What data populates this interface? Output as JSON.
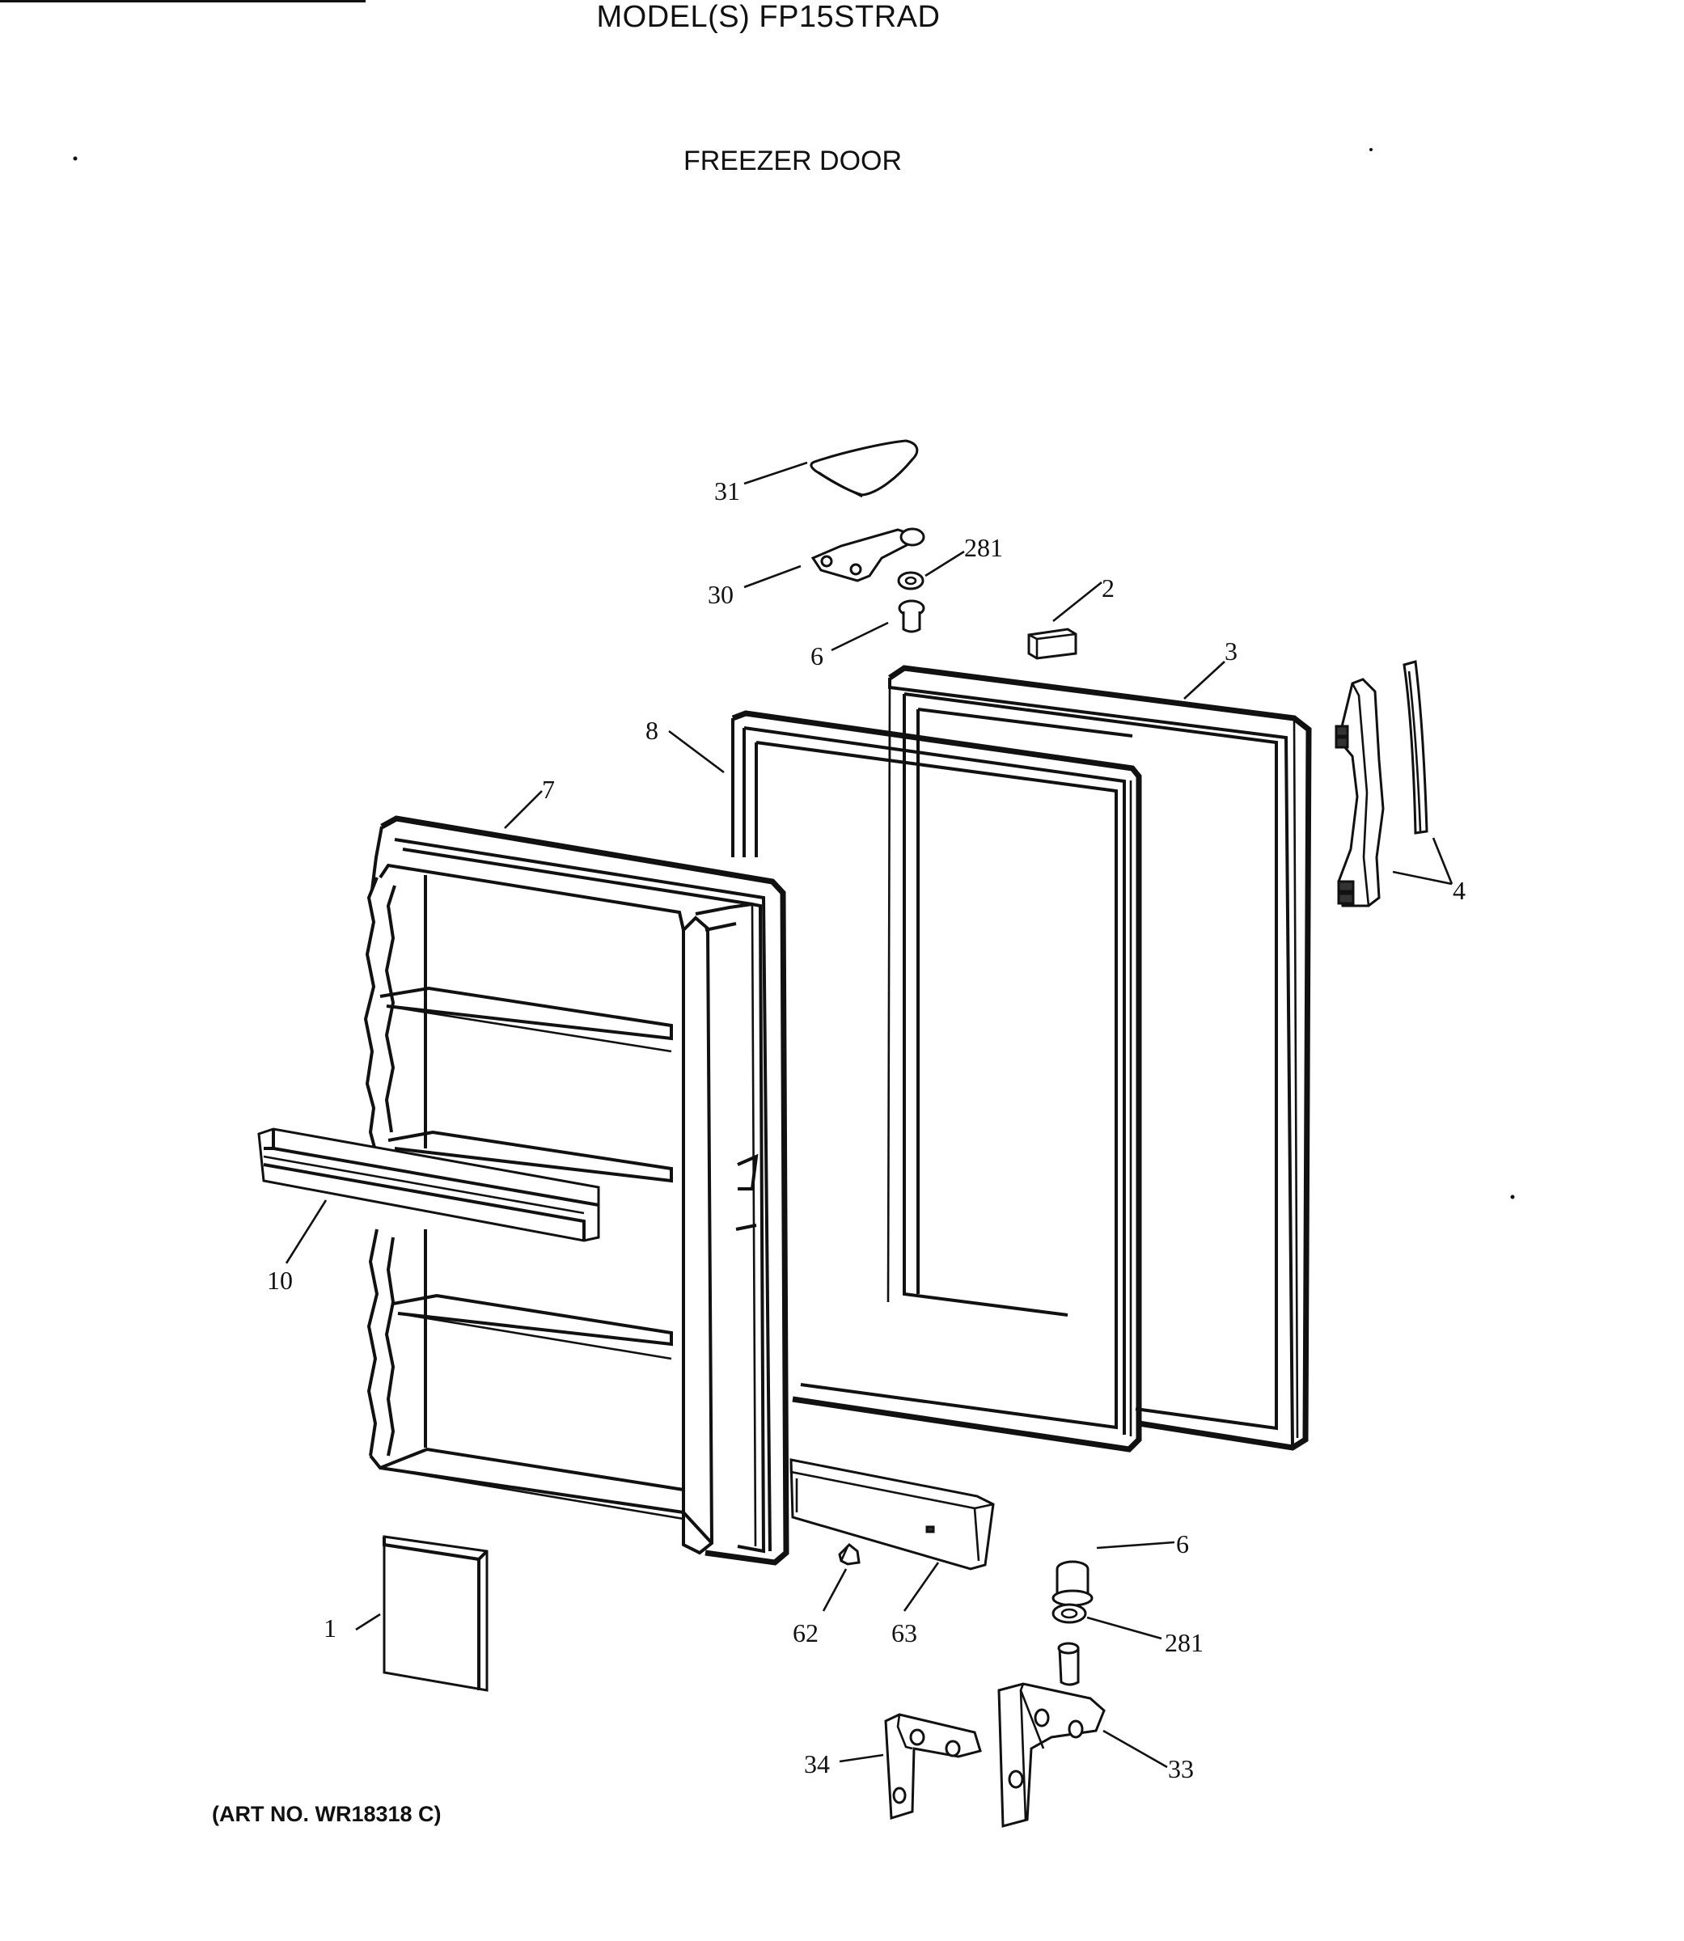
{
  "header": {
    "model_title": "MODEL(S) FP15STRAD",
    "section_title": "FREEZER DOOR"
  },
  "footer": {
    "art_number": "(ART NO. WR18318 C)"
  },
  "parts": [
    {
      "id": "p31",
      "label": "31"
    },
    {
      "id": "p30",
      "label": "30"
    },
    {
      "id": "p281a",
      "label": "281"
    },
    {
      "id": "p6a",
      "label": "6"
    },
    {
      "id": "p2",
      "label": "2"
    },
    {
      "id": "p3",
      "label": "3"
    },
    {
      "id": "p8",
      "label": "8"
    },
    {
      "id": "p7",
      "label": "7"
    },
    {
      "id": "p4",
      "label": "4"
    },
    {
      "id": "p10",
      "label": "10"
    },
    {
      "id": "p6b",
      "label": "6"
    },
    {
      "id": "p281b",
      "label": "281"
    },
    {
      "id": "p62",
      "label": "62"
    },
    {
      "id": "p63",
      "label": "63"
    },
    {
      "id": "p1",
      "label": "1"
    },
    {
      "id": "p34",
      "label": "34"
    },
    {
      "id": "p33",
      "label": "33"
    }
  ]
}
